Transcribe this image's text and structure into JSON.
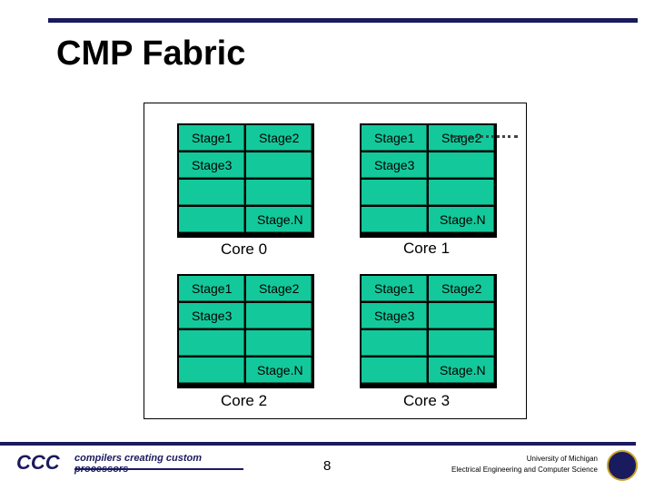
{
  "slide": {
    "title": "CMP Fabric",
    "page_number": "8",
    "footer_brand": "CCC",
    "footer_tagline": "compilers creating custom processors",
    "university_line1": "University of Michigan",
    "university_line2": "Electrical Engineering and Computer Science"
  },
  "cores": [
    {
      "label": "Core 0",
      "stage1": "Stage1",
      "stage2": "Stage2",
      "stage3": "Stage3",
      "stageN": "Stage.N"
    },
    {
      "label": "Core 1",
      "stage1": "Stage1",
      "stage2": "Stage2",
      "stage3": "Stage3",
      "stageN": "Stage.N"
    },
    {
      "label": "Core 2",
      "stage1": "Stage1",
      "stage2": "Stage2",
      "stage3": "Stage3",
      "stageN": "Stage.N"
    },
    {
      "label": "Core 3",
      "stage1": "Stage1",
      "stage2": "Stage2",
      "stage3": "Stage3",
      "stageN": "Stage.N"
    }
  ],
  "colors": {
    "stage_fill": "#13c99b",
    "bar": "#1a1a5e"
  }
}
